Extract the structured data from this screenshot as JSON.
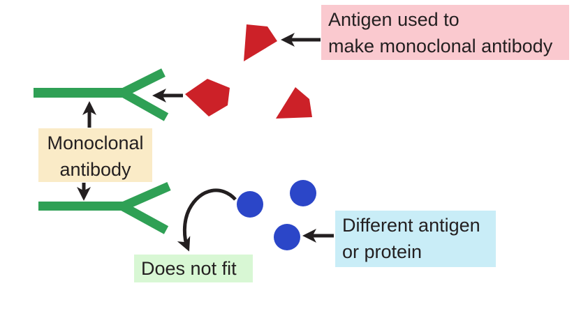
{
  "labels": {
    "antigen": {
      "line1": "Antigen used to",
      "line2": "make monoclonal antibody",
      "bg": "#fac9cf"
    },
    "monoclonal": {
      "line1": "Monoclonal",
      "line2": "antibody",
      "bg": "#faebc7"
    },
    "different": {
      "line1": "Different antigen",
      "line2": "or protein",
      "bg": "#c9edf7"
    },
    "does_not_fit": {
      "text": "Does not fit",
      "bg": "#d8f7d4"
    }
  },
  "colors": {
    "antibody_green": "#2fa055",
    "antigen_red": "#cc2128",
    "protein_blue": "#2b46c8",
    "arrow_black": "#231f20",
    "text": "#231f20"
  }
}
